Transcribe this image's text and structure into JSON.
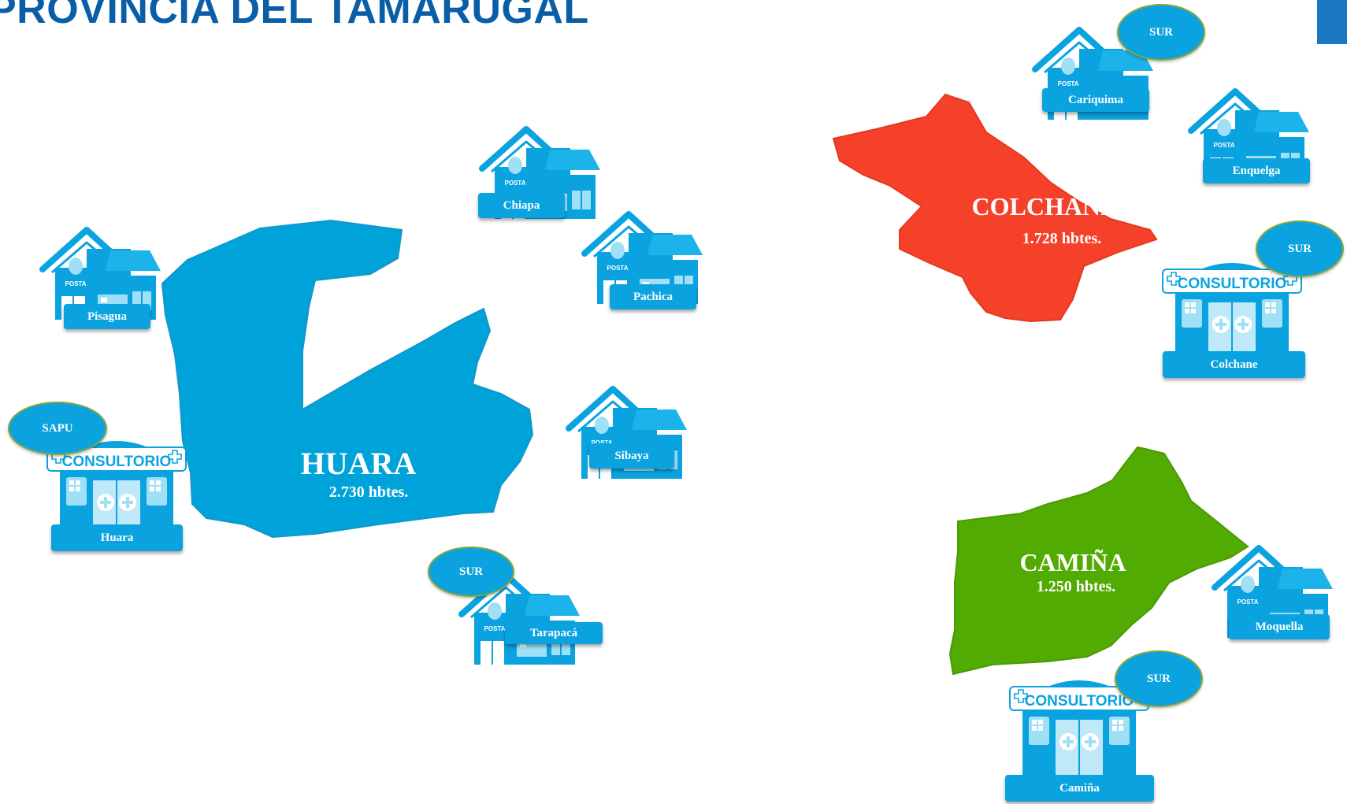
{
  "title": "PROVINCIA DEL TAMARUGAL",
  "colors": {
    "huara": "#00a3d9",
    "colchane": "#f5412a",
    "camina": "#52ab02",
    "accent": "#0aa3e0",
    "title": "#0a5ea8"
  },
  "regions": {
    "huara": {
      "name": "HUARA",
      "population": "2.730 hbtes."
    },
    "colchane": {
      "name": "COLCHANE",
      "population": "1.728 hbtes."
    },
    "camina": {
      "name": "CAMIÑA",
      "population": "1.250 hbtes."
    }
  },
  "facilities": {
    "pisagua": {
      "label": "Pisagua",
      "sign": "POSTA",
      "icon": "posta-house-icon"
    },
    "chiapa": {
      "label": "Chiapa",
      "sign": "POSTA",
      "icon": "posta-house-icon"
    },
    "pachica": {
      "label": "Pachica",
      "sign": "POSTA",
      "icon": "posta-house-icon"
    },
    "sibaya": {
      "label": "Sibaya",
      "sign": "POSTA",
      "icon": "posta-house-icon"
    },
    "tarapaca": {
      "label": "Tarapacá",
      "sign": "POSTA",
      "icon": "posta-house-icon",
      "badge": "SUR"
    },
    "huara": {
      "label": "Huara",
      "sign": "CONSULTORIO",
      "icon": "consultorio-building-icon",
      "badge": "SAPU"
    },
    "cariquima": {
      "label": "Cariquima",
      "sign": "POSTA",
      "icon": "posta-house-icon",
      "badge": "SUR"
    },
    "enquelga": {
      "label": "Enquelga",
      "sign": "POSTA",
      "icon": "posta-house-icon"
    },
    "colchane": {
      "label": "Colchane",
      "sign": "CONSULTORIO",
      "icon": "consultorio-building-icon",
      "badge": "SUR"
    },
    "moquella": {
      "label": "Moquella",
      "sign": "POSTA",
      "icon": "posta-house-icon"
    },
    "camina": {
      "label": "Camiña",
      "sign": "CONSULTORIO",
      "icon": "consultorio-building-icon",
      "badge": "SUR"
    }
  }
}
